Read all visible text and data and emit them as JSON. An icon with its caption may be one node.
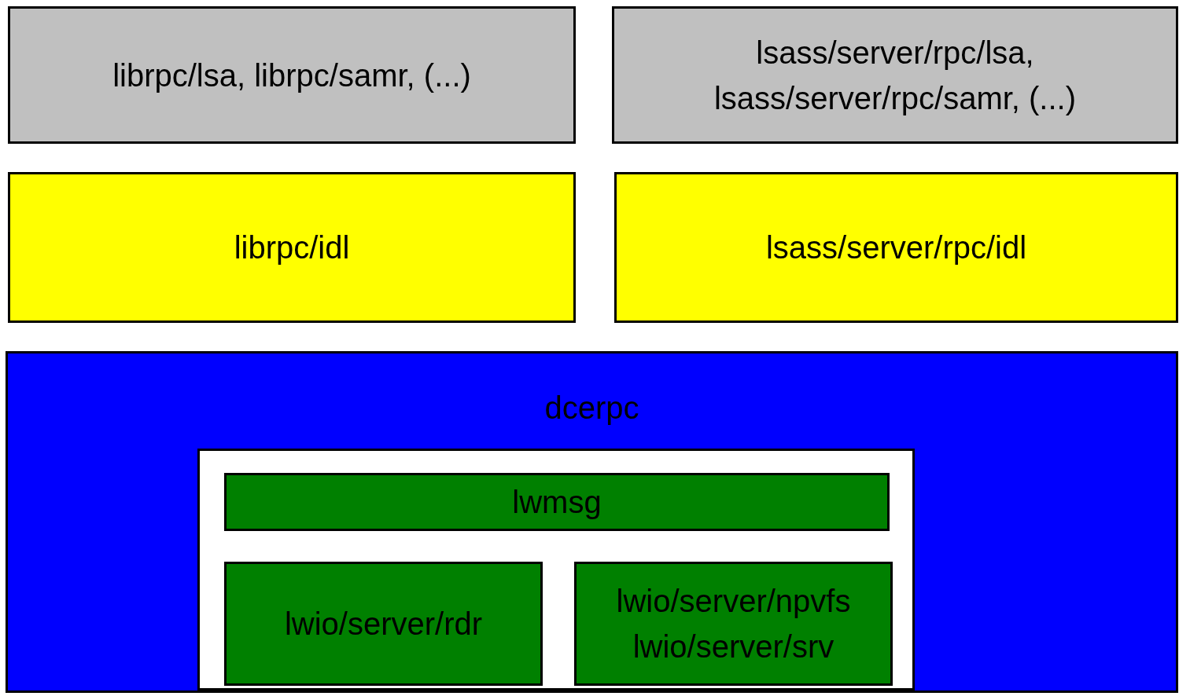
{
  "diagram": {
    "nodes": [
      {
        "text": [
          "librpc/lsa, librpc/samr, (...)"
        ]
      },
      {
        "text": [
          "lsass/server/rpc/lsa, lsass/server/rpc/samr, (...)"
        ]
      },
      {
        "text": [
          "librpc/idl"
        ]
      },
      {
        "text": [
          "lsass/server/rpc/idl"
        ]
      },
      {
        "text": [
          "dcerpc"
        ]
      },
      {
        "text": [],
        "shape": "box",
        "in": 4
      },
      {
        "text": [
          "lwmsg"
        ],
        "in": 5
      },
      {
        "text": [
          "lwio/server/rdr"
        ],
        "in": 5
      },
      {
        "text": [
          "lwio/server/npvfs lwio/server/srv"
        ],
        "in": 5
      }
    ]
  }
}
